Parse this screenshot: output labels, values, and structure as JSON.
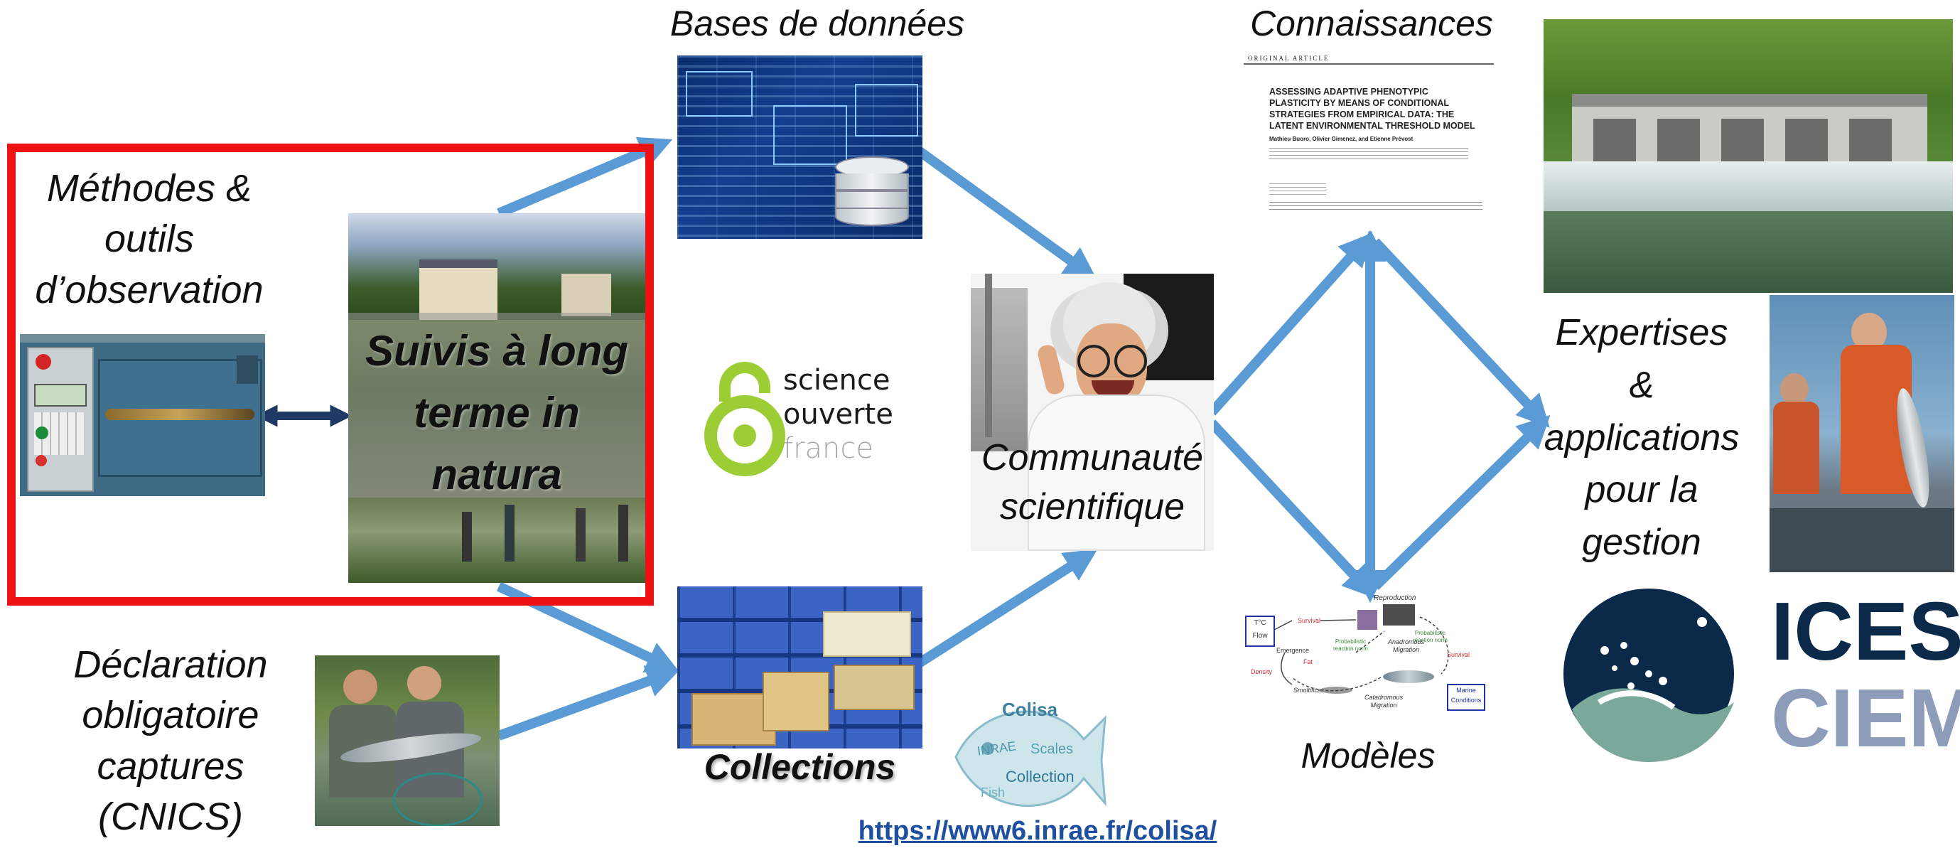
{
  "labels": {
    "methodes": [
      "Méthodes &",
      "outils",
      "d’observation"
    ],
    "suivis": [
      "Suivis à long",
      "terme in",
      "natura"
    ],
    "bases": "Bases de données",
    "connaissances": "Connaissances",
    "declaration": [
      "Déclaration",
      "obligatoire",
      "captures",
      "(CNICS)"
    ],
    "collections": "Collections",
    "communaute": [
      "Communauté",
      "scientifique"
    ],
    "modeles": "Modèles",
    "expertises": [
      "Expertises",
      "&",
      "applications",
      "pour la",
      "gestion"
    ],
    "url": "https://www6.inrae.fr/colisa/"
  },
  "science_ouverte": [
    "science",
    "ouverte",
    "france"
  ],
  "ices": {
    "line1": "ICES",
    "line2": "CIEM"
  },
  "colisa_cloud": {
    "title": "Colisa",
    "words": [
      "INRAE",
      "Collection",
      "Scales",
      "Fish"
    ]
  },
  "paper": {
    "header": "ORIGINAL ARTICLE",
    "title": [
      "ASSESSING ADAPTIVE PHENOTYPIC",
      "PLASTICITY BY MEANS OF CONDITIONAL",
      "STRATEGIES FROM EMPIRICAL DATA: THE",
      "LATENT ENVIRONMENTAL THRESHOLD MODEL"
    ],
    "authors": "Mathieu Buoro, Olivier Gimenez, and Etienne Prévost"
  },
  "model": {
    "temp_flow": [
      "T°C",
      "Flow"
    ],
    "reproduction": "Reproduction",
    "survival": "Survival",
    "emergence": "Emergence",
    "fat": "Fat",
    "density": "Density",
    "smoltification": "Smoltification",
    "anadromous": [
      "Anadromous",
      "Migration"
    ],
    "catadromous": [
      "Catadromous",
      "Migration"
    ],
    "marine": [
      "Marine",
      "Conditions"
    ],
    "probabilistic": [
      "Probabilistic",
      "reaction norm"
    ]
  },
  "colors": {
    "arrow": "#5b9bd5",
    "red_frame": "#ee1111",
    "ices_navy": "#0b2a4a",
    "ices_teal": "#7aa89a",
    "ciem_gray": "#8d9cb8",
    "so_green": "#9ccd35",
    "link": "#1f4fa0"
  }
}
